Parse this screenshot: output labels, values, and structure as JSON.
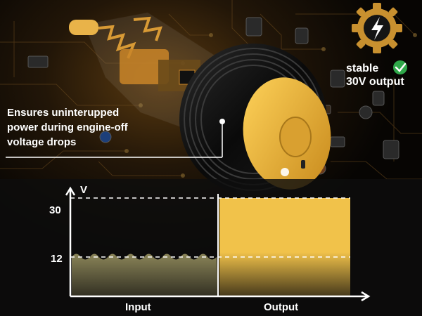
{
  "callout": {
    "lines": [
      "Ensures uninterupped",
      "power during engine-off",
      "voltage drops"
    ]
  },
  "badge": {
    "icon": "lightning-gear-icon",
    "check_icon": "check-circle-icon",
    "line1": "stable",
    "line2": "30V output"
  },
  "colors": {
    "accent": "#f1c24a",
    "input_fill": "#8a8458",
    "axis": "#ffffff",
    "badge_gear": "#c8902f"
  },
  "chart_data": {
    "type": "area",
    "ylabel": "V",
    "yticks": [
      12,
      30
    ],
    "ylim": [
      0,
      33
    ],
    "categories": [
      "Input",
      "Output"
    ],
    "series": [
      {
        "values": [
          12,
          30
        ]
      }
    ]
  }
}
